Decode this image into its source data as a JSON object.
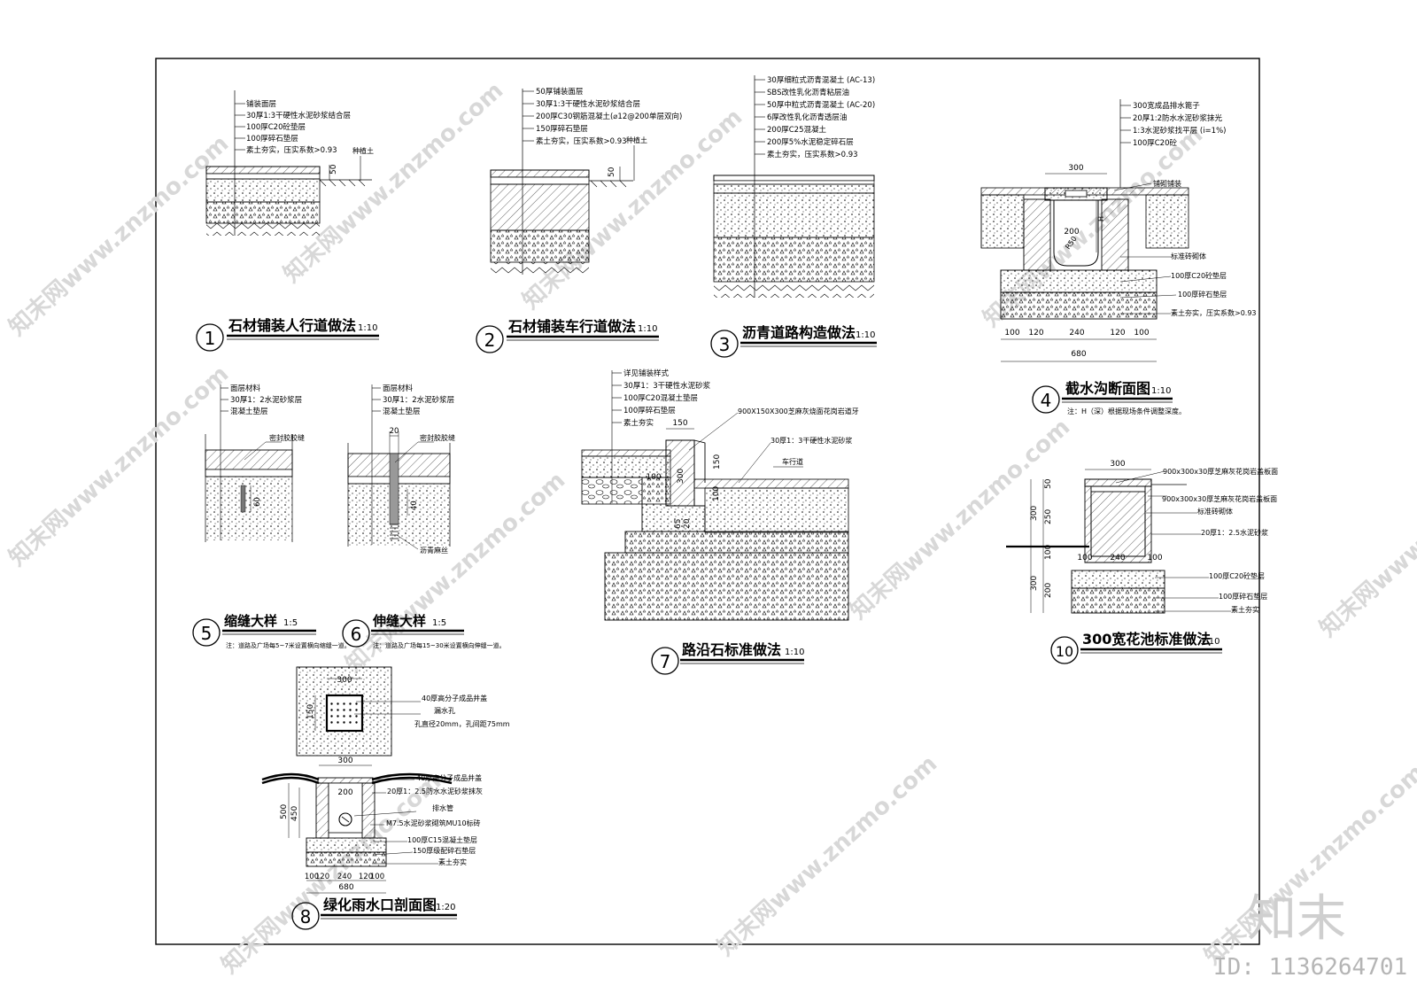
{
  "details": [
    {
      "no": "1",
      "title": "石材铺装人行道做法",
      "scale": "1:10",
      "layers": [
        "铺装面层",
        "30厚1:3干硬性水泥砂浆结合层",
        "100厚C20砼垫层",
        "100厚碎石垫层",
        "素土夯实，压实系数>0.93"
      ],
      "dims": [
        "50"
      ],
      "tag": "种植土"
    },
    {
      "no": "2",
      "title": "石材铺装车行道做法",
      "scale": "1:10",
      "layers": [
        "50厚铺装面层",
        "30厚1:3干硬性水泥砂浆结合层",
        "200厚C30钢筋混凝土(⌀12@200单层双向)",
        "150厚碎石垫层",
        "素土夯实，压实系数>0.93"
      ],
      "dims": [
        "50"
      ],
      "tag": "种植土"
    },
    {
      "no": "3",
      "title": "沥青道路构造做法",
      "scale": "1:10",
      "layers": [
        "30厚细粒式沥青混凝土 (AC-13)",
        "SBS改性乳化沥青粘层油",
        "50厚中粒式沥青混凝土 (AC-20)",
        "6厚改性乳化沥青透层油",
        "200厚C25混凝土",
        "200厚5%水泥稳定碎石层",
        "素土夯实，压实系数>0.93"
      ]
    },
    {
      "no": "4",
      "title": "截水沟断面图",
      "scale": "1:10",
      "layers": [
        "300宽成品排水篦子",
        "20厚1:2防水水泥砂浆抹光",
        "1:3水泥砂浆找平层 (i=1%)",
        "100厚C20砼"
      ],
      "side_labels": [
        "铺砌铺装",
        "标准砖砌体",
        "100厚C20砼垫层",
        "100厚碎石垫层",
        "素土夯实，压实系数>0.93"
      ],
      "dims": [
        "300",
        "200",
        "R50",
        "H",
        "100",
        "120",
        "240",
        "120",
        "100",
        "680"
      ],
      "note": "注：H（深）根据现场条件调整深度。"
    },
    {
      "no": "5",
      "title": "缩缝大样",
      "scale": "1:5",
      "layers": [
        "面层材料",
        "30厚1：2水泥砂浆层",
        "混凝土垫层"
      ],
      "side_labels": [
        "密封胶胶缝"
      ],
      "dims": [
        "60"
      ],
      "note": "注：道路及广场每5~7米设置横向缩缝一道。"
    },
    {
      "no": "6",
      "title": "伸缝大样",
      "scale": "1:5",
      "layers": [
        "面层材料",
        "30厚1：2水泥砂浆层",
        "混凝土垫层"
      ],
      "side_labels": [
        "密封胶胶缝",
        "沥青麻丝"
      ],
      "dims": [
        "20",
        "40"
      ],
      "note": "注：道路及广场每15~30米设置横向伸缝一道。"
    },
    {
      "no": "7",
      "title": "路沿石标准做法",
      "scale": "1:10",
      "layers": [
        "详见铺装样式",
        "30厚1：3干硬性水泥砂浆",
        "100厚C20混凝土垫层",
        "100厚碎石垫层",
        "素土夯实"
      ],
      "side_labels": [
        "900X150X300芝麻灰烧面花岗岩道牙",
        "30厚1：3干硬性水泥砂浆",
        "车行道"
      ],
      "dims": [
        "150",
        "100",
        "300",
        "150",
        "100",
        "65",
        "20"
      ]
    },
    {
      "no": "8",
      "title": "绿化雨水口剖面图",
      "scale": "1:20",
      "side_labels": [
        "40厚高分子成品井盖",
        "漏水孔",
        "孔直径20mm，孔间距75mm",
        "40厚高分子成品井盖",
        "20厚1：2.5防水水泥砂浆抹灰",
        "排水管",
        "M7.5水泥砂浆砌筑MU10标砖",
        "100厚C15混凝土垫层",
        "150厚级配碎石垫层",
        "素土夯实"
      ],
      "dims": [
        "300",
        "150",
        "300",
        "200",
        "500",
        "450",
        "100",
        "120",
        "240",
        "120",
        "100",
        "680"
      ]
    },
    {
      "no": "10",
      "title": "300宽花池标准做法",
      "scale": "1:10",
      "side_labels": [
        "900x300x30厚芝麻灰花岗岩盖板面",
        "900x300x30厚芝麻灰花岗岩盖板面",
        "标准砖砌体",
        "20厚1：2.5水泥砂浆",
        "100厚C20砼垫层",
        "100厚碎石垫层",
        "素土夯实"
      ],
      "dims": [
        "300",
        "50",
        "250",
        "300",
        "100",
        "100",
        "240",
        "100",
        "300",
        "200"
      ]
    }
  ],
  "watermark": {
    "text": "知末网www.znzmo.com",
    "brand": "知末",
    "id": "ID: 1136264701"
  }
}
